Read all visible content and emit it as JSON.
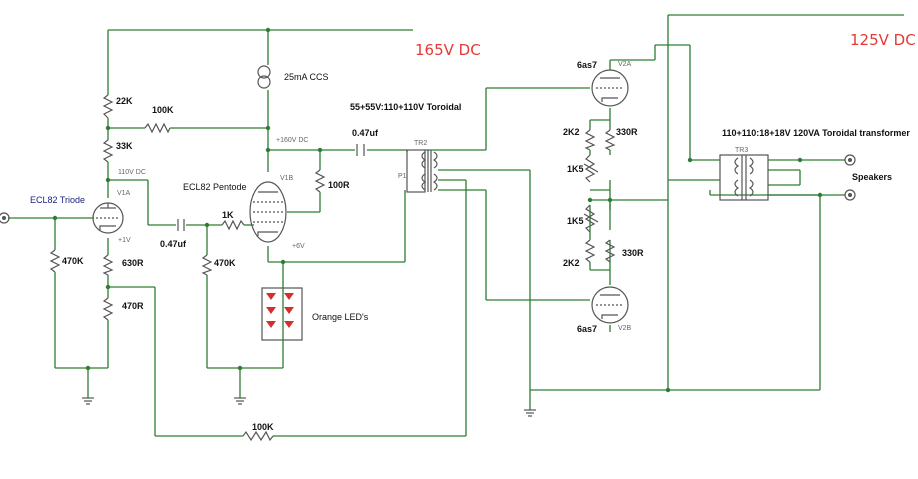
{
  "rails": {
    "hv1": "165V DC",
    "hv2": "125V DC"
  },
  "tubes": {
    "triode": "ECL82 Triode",
    "pentode": "ECL82 Pentode",
    "out_top": "6as7",
    "out_bottom": "6as7"
  },
  "resistors": {
    "r22k": "22K",
    "r100k_fb": "100K",
    "r33k": "33K",
    "r470k_grid": "470K",
    "r630r": "630R",
    "r470r": "470R",
    "r1k": "1K",
    "r470k_pentode": "470K",
    "r100r": "100R",
    "r2k2_top": "2K2",
    "r330r_top": "330R",
    "r1k5_top": "1K5",
    "r1k5_bot": "1K5",
    "r2k2_bot": "2K2",
    "r330r_bot": "330R",
    "r100k_bottom": "100K"
  },
  "capacitors": {
    "c1": "0.47uf",
    "c2": "0.47uf"
  },
  "parts": {
    "ccs": "25mA CCS",
    "led_string": "Orange LED's",
    "tr_interstage": "55+55V:110+110V Toroidal",
    "tr_output": "110+110:18+18V 120VA Toroidal transformer",
    "speakers": "Speakers"
  },
  "voltages": {
    "v_triode_plate": "110V DC",
    "v_pentode_plate": "+160V DC",
    "v_triode_cathode": "+1V",
    "v_pentode_cathode": "+6V"
  },
  "refdes": {
    "v1a": "V1A",
    "v1b": "V1B",
    "v2a": "V2A",
    "v2b": "V2B",
    "tr2": "TR2",
    "tr3": "TR3",
    "p1": "P1"
  },
  "colors": {
    "wire": "#2e7d32",
    "rail_label": "#e53935",
    "led": "#d32f2f"
  }
}
